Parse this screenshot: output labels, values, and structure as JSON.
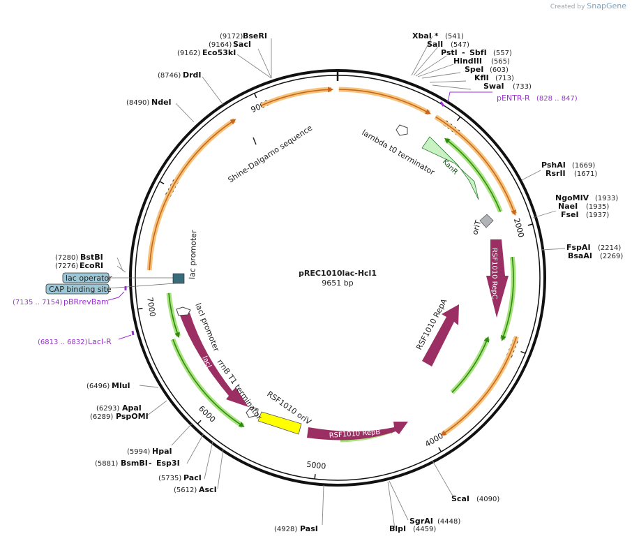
{
  "watermark": {
    "created_by": "Created by",
    "brand": "SnapGene"
  },
  "plasmid": {
    "name": "pREC1010lac-Hcl1",
    "length_label": "9651 bp",
    "length": 9651
  },
  "ticks": [
    "1000",
    "2000",
    "3000",
    "4000",
    "5000",
    "6000",
    "7000",
    "8000",
    "9000"
  ],
  "enzymes": [
    {
      "name": "BseRI",
      "pos": "(9172)"
    },
    {
      "name": "SacI",
      "pos": "(9164)"
    },
    {
      "name": "Eco53kI",
      "pos": "(9162)"
    },
    {
      "name": "DrdI",
      "pos": "(8746)"
    },
    {
      "name": "NdeI",
      "pos": "(8490)"
    },
    {
      "name": "XbaI *",
      "pos": "(541)"
    },
    {
      "name": "SalI",
      "pos": "(547)"
    },
    {
      "name": "PstI",
      "prefix": "",
      "pos": "(557)"
    },
    {
      "name": "SbfI",
      "prefix": "- ",
      "pos": ""
    },
    {
      "name": "HindIII",
      "pos": "(565)"
    },
    {
      "name": "SpeI",
      "pos": "(603)"
    },
    {
      "name": "KflI",
      "pos": "(713)"
    },
    {
      "name": "SwaI",
      "pos": "(733)"
    },
    {
      "name": "PshAI",
      "pos": "(1669)"
    },
    {
      "name": "RsrII",
      "pos": "(1671)"
    },
    {
      "name": "NgoMIV",
      "pos": "(1933)"
    },
    {
      "name": "NaeI",
      "pos": "(1935)"
    },
    {
      "name": "FseI",
      "pos": "(1937)"
    },
    {
      "name": "FspAI",
      "pos": "(2214)"
    },
    {
      "name": "BsaAI",
      "pos": "(2269)"
    },
    {
      "name": "ScaI",
      "pos": "(4090)"
    },
    {
      "name": "SgrAI",
      "pos": "(4448)"
    },
    {
      "name": "BlpI",
      "pos": "(4459)"
    },
    {
      "name": "PasI",
      "pos": "(4928)"
    },
    {
      "name": "AscI",
      "pos": "(5612)"
    },
    {
      "name": "PacI",
      "pos": "(5735)"
    },
    {
      "name": "BsmBI",
      "pos": "(5881)"
    },
    {
      "name": "Esp3I",
      "pos": ""
    },
    {
      "name": "HpaI",
      "pos": "(5994)"
    },
    {
      "name": "PspOMI",
      "pos": "(6289)"
    },
    {
      "name": "ApaI",
      "pos": "(6293)"
    },
    {
      "name": "MluI",
      "pos": "(6496)"
    },
    {
      "name": "BstBI",
      "pos": "(7280)"
    },
    {
      "name": "EcoRI",
      "pos": "(7276)"
    }
  ],
  "primers": [
    {
      "name": "pENTR-R",
      "range": "(828 .. 847)"
    },
    {
      "name": "pBRrevBam",
      "range": "(7135 .. 7154)"
    },
    {
      "name": "LacI-R",
      "range": "(6813 .. 6832)"
    }
  ],
  "boxed_features": [
    {
      "name": "lac operator",
      "color": "#9cc7d6"
    },
    {
      "name": "CAP binding site",
      "color": "#9cc7d6"
    }
  ],
  "features": {
    "kanr": "KanR",
    "lambda": "lambda t0 terminator",
    "orit": "oriT",
    "repc": "RSF1010 RepC",
    "repa": "RSF1010 RepA",
    "repb": "RSF1010 RepB",
    "oriv": "RSF1010 oriV",
    "laci": "lacI",
    "laci_prom": "lacI promoter",
    "rrnb": "rrnB T1 terminator",
    "lac_prom": "lac promoter",
    "shine": "Shine-Dalgarno sequence"
  },
  "colors": {
    "kanr": "#c9f2c4",
    "rep": "#9b2f63",
    "oriv": "#ffff00",
    "orf_orange": "#f6c37a",
    "orf_green": "#a8e37e",
    "primer": "#9b2fd6",
    "cap_box": "#9cc7d6"
  }
}
